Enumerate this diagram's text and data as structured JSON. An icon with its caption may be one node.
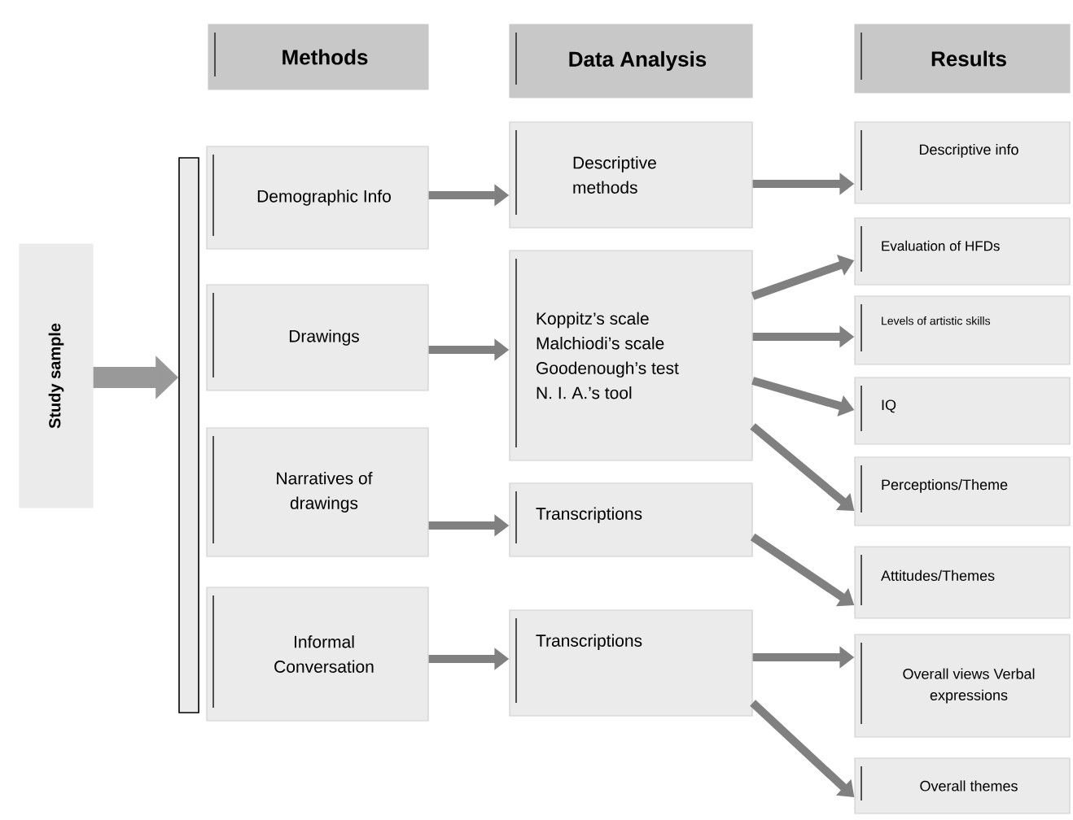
{
  "diagram": {
    "nodes": [
      {
        "text": [
          "Methods"
        ]
      },
      {
        "text": [
          "Data Analysis"
        ]
      },
      {
        "text": [
          "Results"
        ]
      },
      {
        "text": [
          "Study sample"
        ]
      },
      {
        "text": [],
        "shape": "bar"
      },
      {
        "text": [
          "Demographic Info"
        ]
      },
      {
        "text": [
          "Drawings"
        ]
      },
      {
        "text": [
          "Narratives of drawings"
        ]
      },
      {
        "text": [
          "Informal Conversation"
        ]
      },
      {
        "text": [
          "Descriptive methods"
        ]
      },
      {
        "text": [
          "Koppitz’s scale",
          "Malchiodi’s scale",
          "Goodenough’s test",
          "N. I. A.’s tool"
        ]
      },
      {
        "text": [
          "Transcriptions"
        ]
      },
      {
        "text": [
          "Transcriptions"
        ]
      },
      {
        "text": [
          "Descriptive info"
        ]
      },
      {
        "text": [
          "Evaluation of HFDs"
        ]
      },
      {
        "text": [
          "Levels of artistic skills"
        ]
      },
      {
        "text": [
          "IQ"
        ]
      },
      {
        "text": [
          "Perceptions/Theme"
        ]
      },
      {
        "text": [
          "Attitudes/Themes"
        ]
      },
      {
        "text": [
          "Overall views Verbal expressions"
        ]
      },
      {
        "text": [
          "Overall themes"
        ]
      }
    ],
    "edges": [
      {
        "from": 3,
        "to": 4,
        "arrow": "to",
        "style": "thick"
      },
      {
        "from": 5,
        "to": 9,
        "arrow": "to"
      },
      {
        "from": 6,
        "to": 10,
        "arrow": "to"
      },
      {
        "from": 7,
        "to": 11,
        "arrow": "to"
      },
      {
        "from": 8,
        "to": 12,
        "arrow": "to"
      },
      {
        "from": 9,
        "to": 13,
        "arrow": "to"
      },
      {
        "from": 10,
        "to": 14,
        "arrow": "to"
      },
      {
        "from": 10,
        "to": 15,
        "arrow": "to"
      },
      {
        "from": 10,
        "to": 16,
        "arrow": "to"
      },
      {
        "from": 10,
        "to": 17,
        "arrow": "to"
      },
      {
        "from": 11,
        "to": 18,
        "arrow": "to"
      },
      {
        "from": 12,
        "to": 19,
        "arrow": "to"
      },
      {
        "from": 12,
        "to": 20,
        "arrow": "to"
      }
    ]
  }
}
